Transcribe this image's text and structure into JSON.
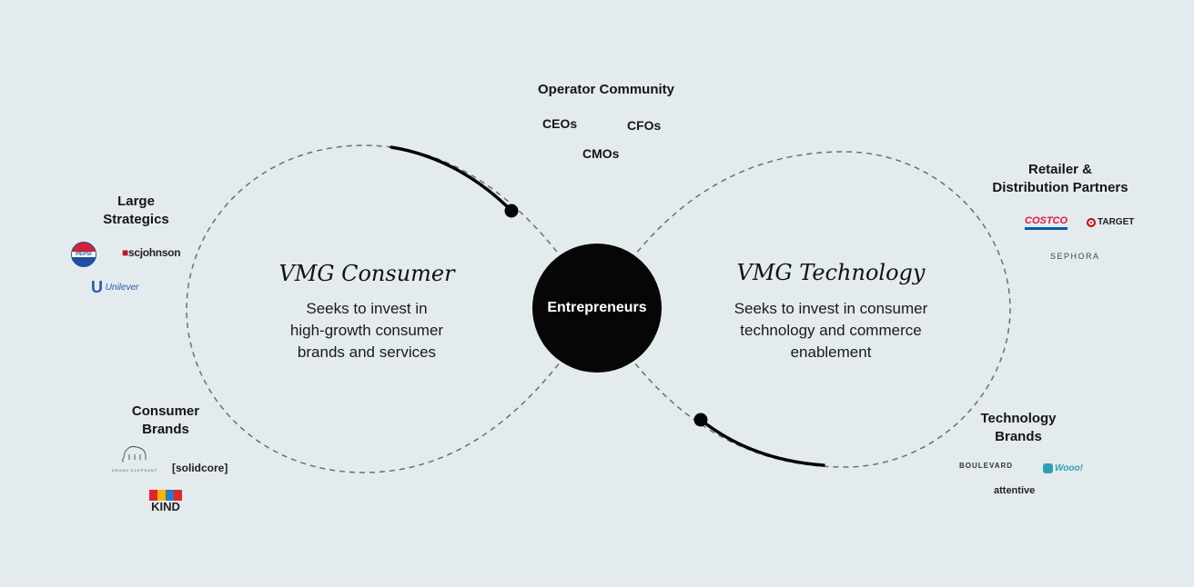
{
  "hub": {
    "label": "Entrepreneurs"
  },
  "operator": {
    "title": "Operator Community",
    "roles": [
      "CEOs",
      "CFOs",
      "CMOs"
    ]
  },
  "consumer_fund": {
    "title": "VMG Consumer",
    "description": [
      "Seeks to invest in",
      "high-growth consumer",
      "brands and services"
    ]
  },
  "technology_fund": {
    "title": "VMG Technology",
    "description": [
      "Seeks to invest in consumer",
      "technology and commerce",
      "enablement"
    ]
  },
  "large_strategics": {
    "title": [
      "Large",
      "Strategics"
    ],
    "logos": [
      "PEPSI",
      "scjohnson",
      "Unilever"
    ]
  },
  "consumer_brands": {
    "title": [
      "Consumer",
      "Brands"
    ],
    "logos": [
      "DRUNK ELEPHANT",
      "[solidcore]",
      "KIND"
    ]
  },
  "retailer_partners": {
    "title": [
      "Retailer &",
      "Distribution Partners"
    ],
    "logos": [
      "COSTCO",
      "TARGET",
      "SEPHORA"
    ]
  },
  "technology_brands": {
    "title": [
      "Technology",
      "Brands"
    ],
    "logos": [
      "BOULEVARD",
      "Wooo!",
      "attentive"
    ]
  },
  "colors": {
    "background": "#e4ebee",
    "hub": "#060606",
    "dashed_line": "#6e6e6e",
    "costco_red": "#e31837",
    "costco_blue": "#005daa",
    "target_red": "#cc0000",
    "pepsi_blue": "#1f4e9d",
    "unilever_blue": "#2a5aa8",
    "wooo_teal": "#2f9fb0"
  }
}
